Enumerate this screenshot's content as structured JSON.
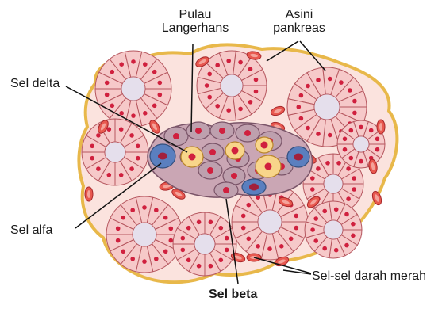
{
  "labels": {
    "pulau_line1": "Pulau",
    "pulau_line2": "Langerhans",
    "asini_line1": "Asini",
    "asini_line2": "pankreas",
    "sel_delta": "Sel delta",
    "sel_alfa": "Sel alfa",
    "sel_beta": "Sel beta",
    "sel_darah_merah": "Sel-sel darah merah"
  },
  "colors": {
    "tissue_outline": "#e8b84a",
    "tissue_fill": "#fbe3de",
    "acinar_cell": "#f6c9c9",
    "acinar_outline": "#b5565e",
    "acinus_lumen": "#e5dfec",
    "nucleus": "#d0203e",
    "islet_cell": "#bea0ae",
    "islet_outline": "#7a5468",
    "alpha_cell": "#5a7fbf",
    "delta_cell": "#f8d58a",
    "red_blood_cell": "#e8584f",
    "pointer_line": "#111111"
  }
}
